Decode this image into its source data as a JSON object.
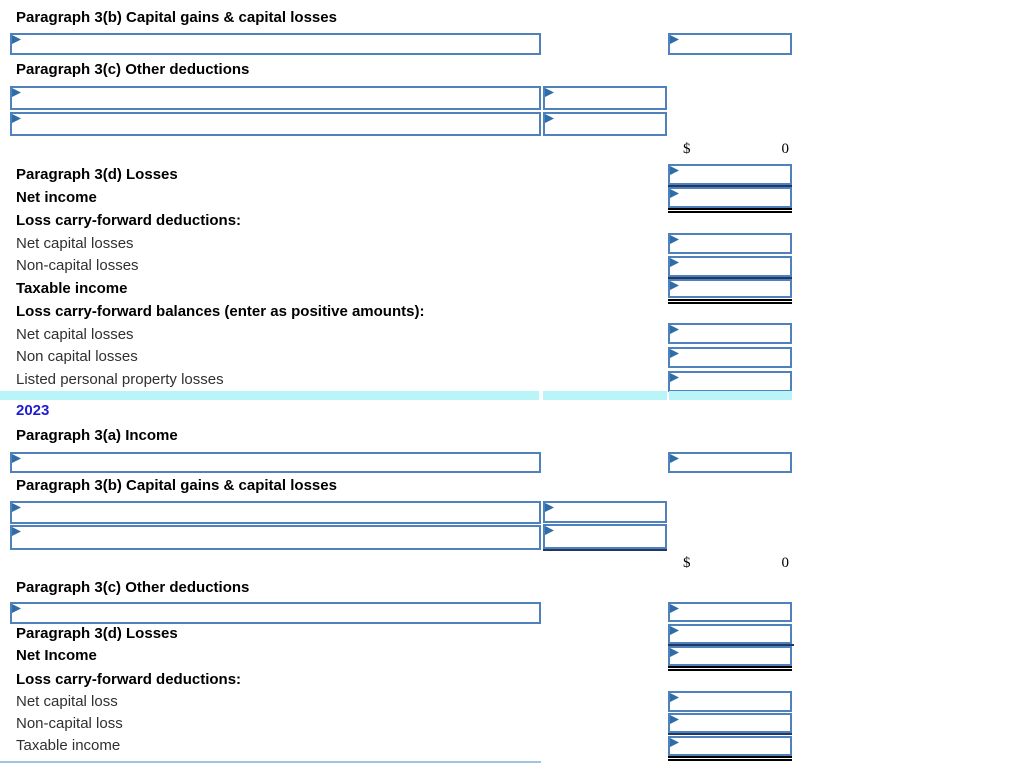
{
  "colors": {
    "cell_border_blue": "#4F81BD",
    "comment_flag_blue": "#2E6DA8",
    "subtotal_underline_navy": "#1F3864",
    "total_double_underline_black": "#000000",
    "year_divider_highlight_cyan": "#B9F5F8",
    "year_text_blue": "#1E1ECF",
    "bottom_border_light_blue": "#9DC3E6"
  },
  "cells": {
    "empty_value": ""
  },
  "prior_year": {
    "heading_3b": "Paragraph 3(b) Capital gains & capital losses",
    "heading_3c": "Paragraph 3(c) Other deductions",
    "subtotal_currency": "$",
    "subtotal_value": "0",
    "heading_3d": "Paragraph 3(d) Losses",
    "net_income": "Net income",
    "lcf_deductions_heading": "Loss carry-forward deductions:",
    "ded_net_capital_losses": "Net capital losses",
    "ded_non_capital_losses": "Non-capital losses",
    "taxable_income": "Taxable income",
    "lcf_balances_heading": "Loss carry-forward balances (enter as positive amounts):",
    "bal_net_capital_losses": "Net capital losses",
    "bal_non_capital_losses": "Non capital losses",
    "bal_listed_personal_property_losses": "Listed personal property losses"
  },
  "year_2023": {
    "year_label": "2023",
    "heading_3a": "Paragraph 3(a) Income",
    "heading_3b": "Paragraph 3(b) Capital gains & capital losses",
    "subtotal_currency": "$",
    "subtotal_value": "0",
    "heading_3c": "Paragraph 3(c) Other deductions",
    "heading_3d": "Paragraph 3(d) Losses",
    "net_income": "Net Income",
    "lcf_deductions_heading": "Loss carry-forward deductions:",
    "ded_net_capital_loss": "Net capital loss",
    "ded_non_capital_loss": "Non-capital loss",
    "taxable_income": "Taxable income"
  }
}
